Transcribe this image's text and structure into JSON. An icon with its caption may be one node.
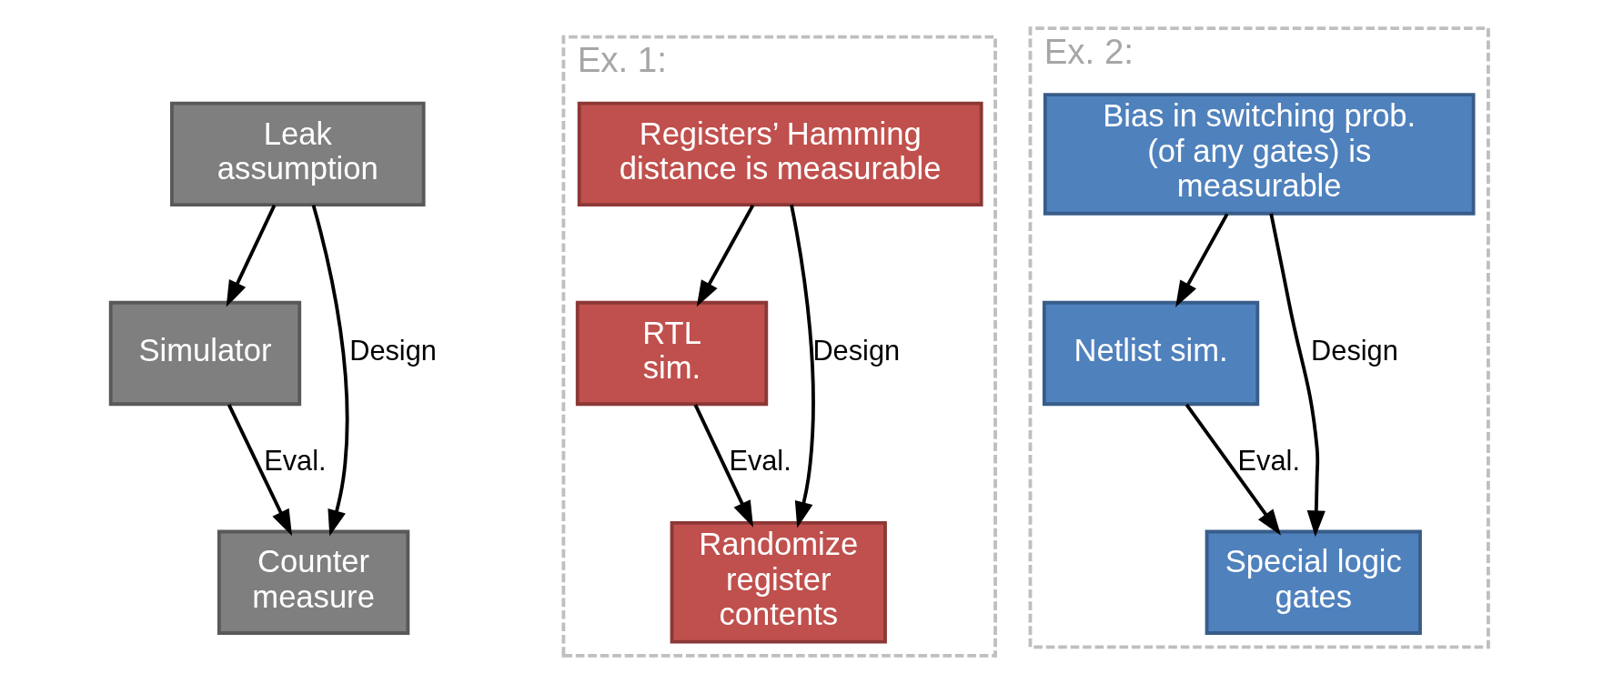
{
  "diagram": {
    "nodes": [
      {
        "text": [
          "Leak assumption"
        ]
      },
      {
        "text": [
          "Simulator"
        ]
      },
      {
        "text": [
          "Counter measure"
        ]
      },
      {
        "text": [
          "Ex. 1:"
        ]
      },
      {
        "text": [
          "Registers’ Hamming distance is measurable"
        ],
        "in": 3
      },
      {
        "text": [
          "RTL sim."
        ],
        "in": 3
      },
      {
        "text": [
          "Randomize register contents"
        ],
        "in": 3
      },
      {
        "text": [
          "Ex. 2:"
        ]
      },
      {
        "text": [
          "Bias in switching prob. (of any gates) is measurable"
        ],
        "in": 7
      },
      {
        "text": [
          "Netlist sim."
        ],
        "in": 7
      },
      {
        "text": [
          "Special logic gates"
        ],
        "in": 7
      }
    ],
    "edges": [
      {
        "from": 0,
        "to": 1,
        "arrow": "to"
      },
      {
        "from": 0,
        "to": 2,
        "arrow": "to",
        "label": "Design"
      },
      {
        "from": 1,
        "to": 2,
        "arrow": "to",
        "label": "Eval."
      },
      {
        "from": 4,
        "to": 5,
        "arrow": "to"
      },
      {
        "from": 4,
        "to": 6,
        "arrow": "to",
        "label": "Design"
      },
      {
        "from": 5,
        "to": 6,
        "arrow": "to",
        "label": "Eval."
      },
      {
        "from": 8,
        "to": 9,
        "arrow": "to"
      },
      {
        "from": 8,
        "to": 10,
        "arrow": "to",
        "label": "Design"
      },
      {
        "from": 9,
        "to": 10,
        "arrow": "to",
        "label": "Eval."
      }
    ]
  }
}
